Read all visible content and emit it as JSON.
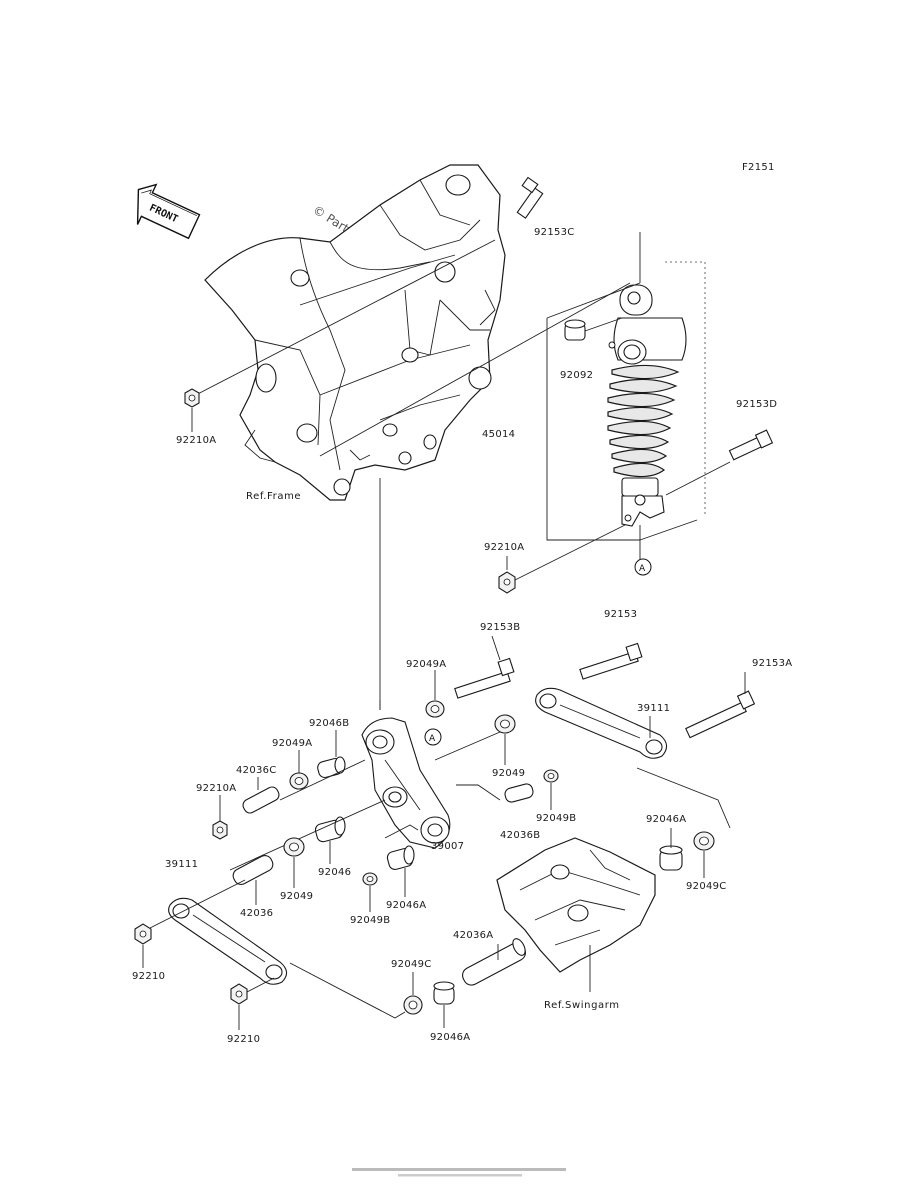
{
  "diagram_code": "F2151",
  "front_label": "FRONT",
  "watermark": "© Partzilla.com",
  "callout_letter": "A",
  "part_labels": {
    "p92153C": "92153C",
    "p92092": "92092",
    "p92153D": "92153D",
    "p45014": "45014",
    "p92210A_top": "92210A",
    "p92210A_mid": "92210A",
    "p92153": "92153",
    "p92153B": "92153B",
    "p92049A_top": "92049A",
    "p92153A": "92153A",
    "p92046B": "92046B",
    "p39111_right": "39111",
    "p92049A_left": "92049A",
    "p42036C": "42036C",
    "p92210A_left": "92210A",
    "p92049_right": "92049",
    "p92049B_right": "92049B",
    "p42036B": "42036B",
    "p39007": "39007",
    "p92046A_right": "92046A",
    "p92049C_right": "92049C",
    "p39111_left": "39111",
    "p92046": "92046",
    "p92049_left": "92049",
    "p42036": "42036",
    "p92046A_mid": "92046A",
    "p92049B_left": "92049B",
    "p42036A": "42036A",
    "p92210_upper": "92210",
    "p92210_lower": "92210",
    "p92049C_bottom": "92049C",
    "p92046A_bottom": "92046A"
  },
  "ref_labels": {
    "frame": "Ref.Frame",
    "swingarm": "Ref.Swingarm"
  }
}
